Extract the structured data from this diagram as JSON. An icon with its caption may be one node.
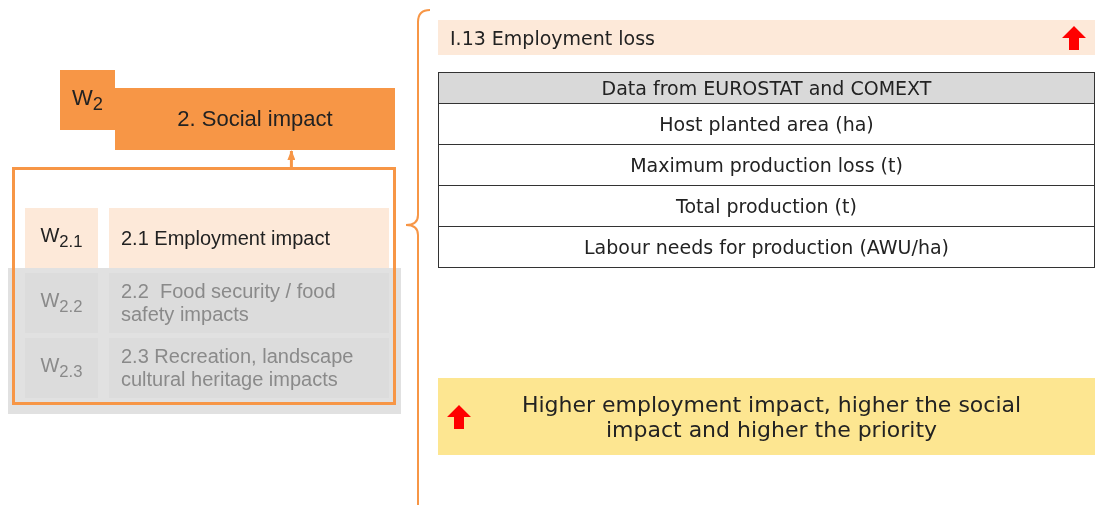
{
  "diagram": {
    "nodes": [
      {
        "text": [
          "W$_{2}$"
        ]
      },
      {
        "text": [
          "2. Social impact"
        ]
      },
      {
        "text": [],
        "shape": "box"
      },
      {
        "text": [
          "W$_{2.1}$"
        ],
        "in": 2
      },
      {
        "text": [
          "2.1 Employment impact"
        ],
        "in": 2
      },
      {
        "text": [
          "W$_{2.2}$"
        ],
        "in": 2
      },
      {
        "text": [
          "2.2  Food security / food safety impacts"
        ],
        "in": 2
      },
      {
        "text": [
          "W$_{2.3}$"
        ],
        "in": 2
      },
      {
        "text": [
          "2.3 Recreation, landscape cultural heritage impacts"
        ],
        "in": 2
      },
      {
        "text": [
          "I.13 Employment loss"
        ]
      },
      {
        "text": [
          "Higher employment impact, higher the social impact and higher the priority"
        ]
      }
    ],
    "edges": [
      {
        "from": 2,
        "to": 1,
        "arrow": "to"
      }
    ],
    "labels": [
      "Data from EUROSTAT and COMEXT",
      "Host planted area (ha)",
      "Maximum production loss (t)",
      "Total production (t)",
      "Labour needs for production (AWU/ha)"
    ]
  }
}
